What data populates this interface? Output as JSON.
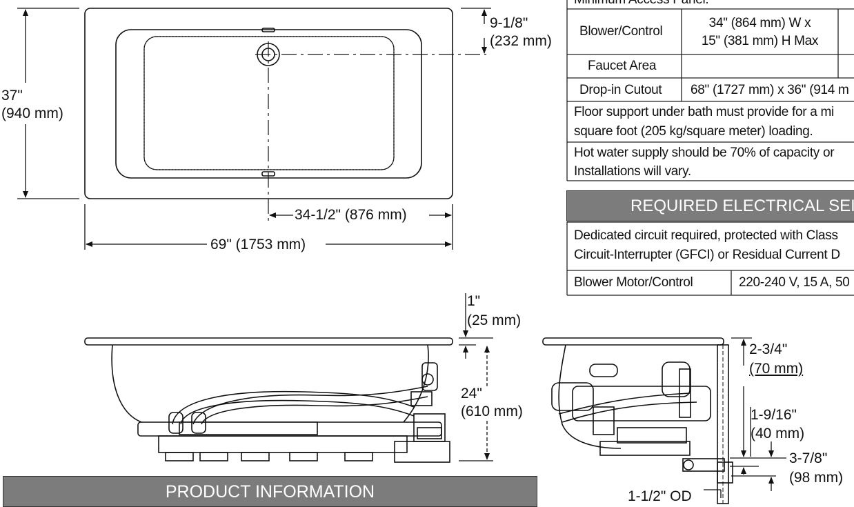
{
  "top_view": {
    "dim_height_in": "37\"",
    "dim_height_mm": "(940 mm)",
    "dim_inset_in": "9-1/8\"",
    "dim_inset_mm": "(232 mm)",
    "dim_drain": "34-1/2\" (876 mm)",
    "dim_length": "69\" (1753 mm)"
  },
  "side_view": {
    "dim_rim_in": "1\"",
    "dim_rim_mm": "(25 mm)",
    "dim_height_in": "24\"",
    "dim_height_mm": "(610 mm)"
  },
  "end_view": {
    "dim_a_in": "2-3/4\"",
    "dim_a_mm": "(70 mm)",
    "dim_b_in": "1-9/16\"",
    "dim_b_mm": "(40 mm)",
    "dim_c_in": "3-7/8\"",
    "dim_c_mm": "(98 mm)",
    "dim_od": "1-1/2\" OD"
  },
  "table": {
    "top_partial": "Minimum Access Panel:",
    "rows": [
      {
        "label": "Blower/Control",
        "value_line1": "34\" (864 mm) W x",
        "value_line2": "15\" (381 mm) H Max"
      },
      {
        "label": "Faucet Area",
        "value": ""
      },
      {
        "label": "Drop-in Cutout",
        "value": "68\" (1727 mm) x 36\" (914 m"
      }
    ],
    "note1_line1": "Floor support under bath must provide for a mi",
    "note1_line2": "square foot (205 kg/square meter) loading.",
    "note2_line1": "Hot water supply should be 70% of capacity or",
    "note2_line2": "Installations will vary."
  },
  "electrical": {
    "header": "REQUIRED ELECTRICAL SEI",
    "text_line1": "Dedicated circuit required, protected with Class",
    "text_line2": "Circuit-Interrupter (GFCI) or Residual Current D",
    "row_label": "Blower Motor/Control",
    "row_value": "220-240 V, 15 A, 50"
  },
  "footer": {
    "banner": "PRODUCT INFORMATION"
  }
}
